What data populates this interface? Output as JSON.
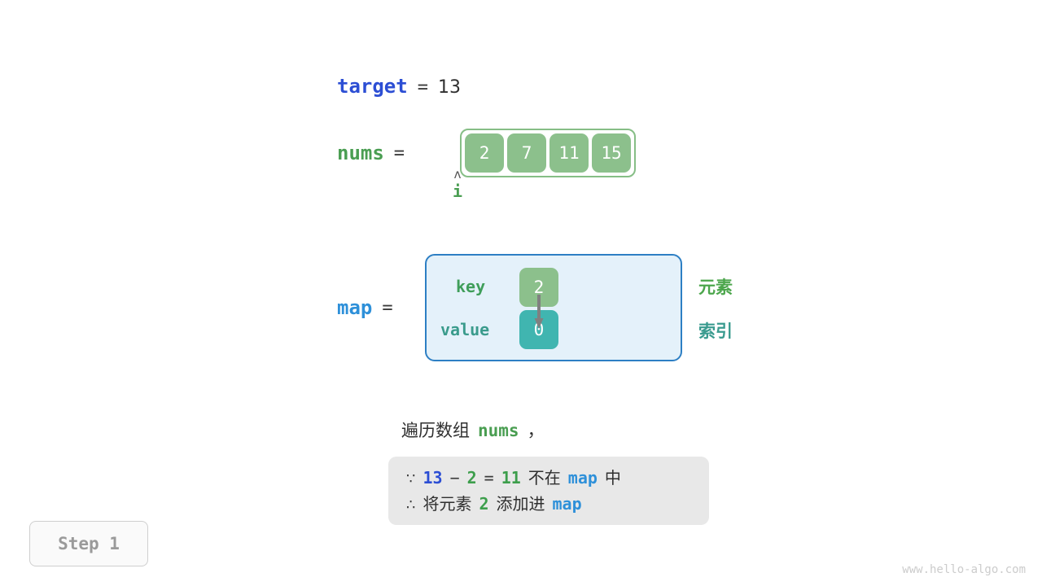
{
  "target": {
    "name": "target",
    "equals": "=",
    "value": "13"
  },
  "nums": {
    "name": "nums",
    "equals": "=",
    "cells": [
      "2",
      "7",
      "11",
      "15"
    ],
    "pointer": {
      "caret": "ʌ",
      "label": "i"
    }
  },
  "map": {
    "name": "map",
    "equals": "=",
    "key_label": "key",
    "value_label": "value",
    "key_cell": "2",
    "value_cell": "0",
    "legend": {
      "element": "元素",
      "index": "索引"
    }
  },
  "description": {
    "prefix": "遍历数组",
    "var": "nums",
    "suffix": "，"
  },
  "formula": {
    "line1": {
      "symbol": "∵",
      "a": "13",
      "minus": "−",
      "b": "2",
      "equals": "=",
      "result": "11",
      "text": "不在",
      "map": "map",
      "tail": "中"
    },
    "line2": {
      "symbol": "∴",
      "text1": "将元素",
      "num": "2",
      "text2": "添加进",
      "map": "map"
    }
  },
  "step_badge": "Step 1",
  "watermark": "www.hello-algo.com",
  "colors": {
    "green": "#8cc08c",
    "teal": "#40b5b0",
    "blue": "#2c4ed4",
    "skyblue": "#2e90d9",
    "map_bg": "#e4f1fa",
    "map_border": "#2d7fc4",
    "formula_bg": "#e8e8e8"
  }
}
